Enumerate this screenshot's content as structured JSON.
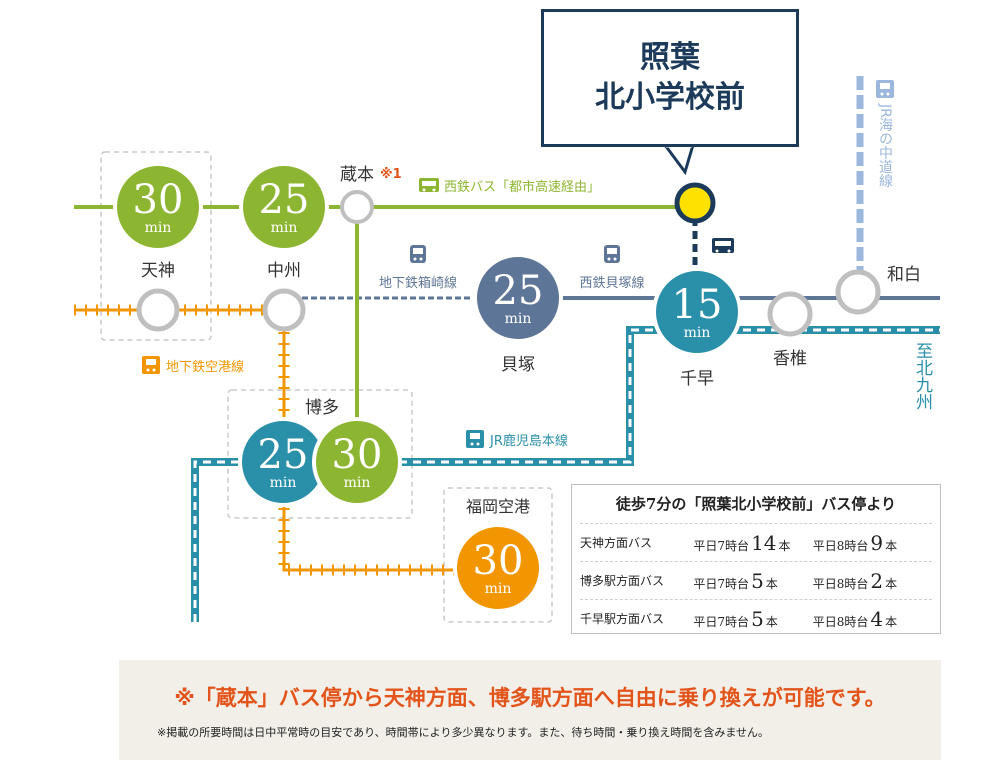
{
  "callout": {
    "line1": "照葉",
    "line2": "北小学校前"
  },
  "lines": {
    "nishitetsu_bus": "西鉄バス「都市高速経由」",
    "kuramoto_mark": "※1",
    "hakozaki": "地下鉄箱崎線",
    "kaizuka_line": "西鉄貝塚線",
    "airport_line": "地下鉄空港線",
    "kagoshima": "JR鹿児島本線",
    "jr_uminonaka": "JR海の中道線",
    "to_kitakyushu": "至北九州"
  },
  "stations": {
    "tenjin": "天神",
    "nakasu": "中州",
    "kuramoto": "蔵本",
    "kaizuka": "貝塚",
    "chihaya": "千早",
    "kashii": "香椎",
    "wajiro": "和白",
    "hakata": "博多",
    "airport": "福岡空港"
  },
  "times": {
    "tenjin": "30",
    "nakasu": "25",
    "kaizuka": "25",
    "chihaya": "15",
    "hakata_blue": "25",
    "hakata_green": "30",
    "airport": "30",
    "unit": "min"
  },
  "table": {
    "title": "徒歩7分の「照葉北小学校前」バス停より",
    "rows": [
      {
        "dir": "天神方面バス",
        "c1_label": "平日7時台",
        "c1_num": "14",
        "c2_label": "平日8時台",
        "c2_num": "9",
        "unit": "本"
      },
      {
        "dir": "博多駅方面バス",
        "c1_label": "平日7時台",
        "c1_num": "5",
        "c2_label": "平日8時台",
        "c2_num": "2",
        "unit": "本"
      },
      {
        "dir": "千早駅方面バス",
        "c1_label": "平日7時台",
        "c1_num": "5",
        "c2_label": "平日8時台",
        "c2_num": "4",
        "unit": "本"
      }
    ]
  },
  "note": {
    "main": "※「蔵本」バス停から天神方面、博多駅方面へ自由に乗り換えが可能です。",
    "sub": "※掲載の所要時間は日中平常時の目安であり、時間帯により多少異なります。また、待ち時間・乗り換え時間を含みません。"
  },
  "colors": {
    "green": "#8cb631",
    "orange": "#f29600",
    "slate": "#5d7596",
    "teal": "#2a8fa8",
    "navy": "#1c3b5a",
    "accent_red": "#e2541a",
    "yellow": "#ffe100"
  },
  "icons": {
    "bus": "bus-icon",
    "train": "train-icon"
  }
}
